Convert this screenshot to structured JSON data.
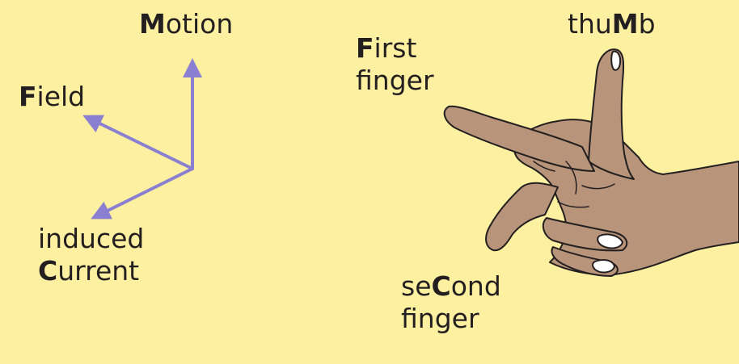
{
  "colors": {
    "background": "#fdf0a0",
    "arrow": "#8a7fd0",
    "skin": "#b8957a",
    "outline": "#231f20",
    "nail": "#ffffff"
  },
  "labels": {
    "motion": {
      "bold": "M",
      "rest": "otion"
    },
    "field": {
      "bold": "F",
      "rest": "ield"
    },
    "current": {
      "line1": "induced",
      "bold": "C",
      "rest": "urrent"
    },
    "first": {
      "bold": "F",
      "rest": "irst",
      "line2": "finger"
    },
    "thumb": {
      "pre": "thu",
      "bold": "M",
      "post": "b"
    },
    "second": {
      "pre": "se",
      "bold": "C",
      "post": "ond",
      "line2": "finger"
    }
  },
  "icons": {
    "axes": "three-arrow-axes-icon",
    "hand": "right-hand-icon"
  }
}
